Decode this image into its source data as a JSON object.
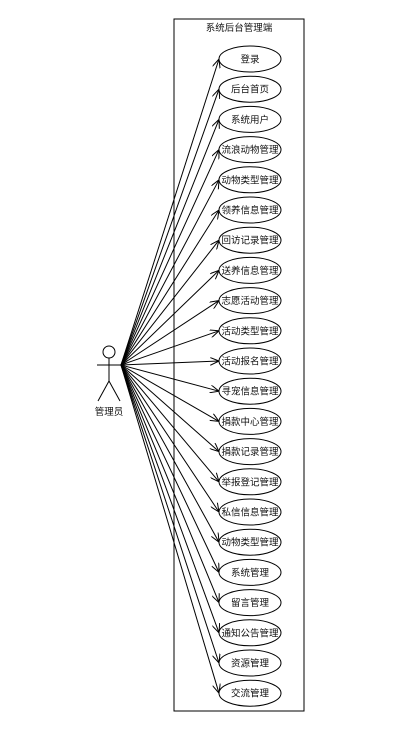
{
  "diagram": {
    "system_title": "系统后台管理端",
    "actor_label": "管理员",
    "use_cases": [
      "登录",
      "后台首页",
      "系统用户",
      "流浪动物管理",
      "动物类型管理",
      "领养信息管理",
      "回访记录管理",
      "送养信息管理",
      "志愿活动管理",
      "活动类型管理",
      "活动报名管理",
      "寻宠信息管理",
      "捐款中心管理",
      "捐款记录管理",
      "举报登记管理",
      "私信信息管理",
      "动物类型管理",
      "系统管理",
      "留言管理",
      "通知公告管理",
      "资源管理",
      "交流管理"
    ]
  }
}
